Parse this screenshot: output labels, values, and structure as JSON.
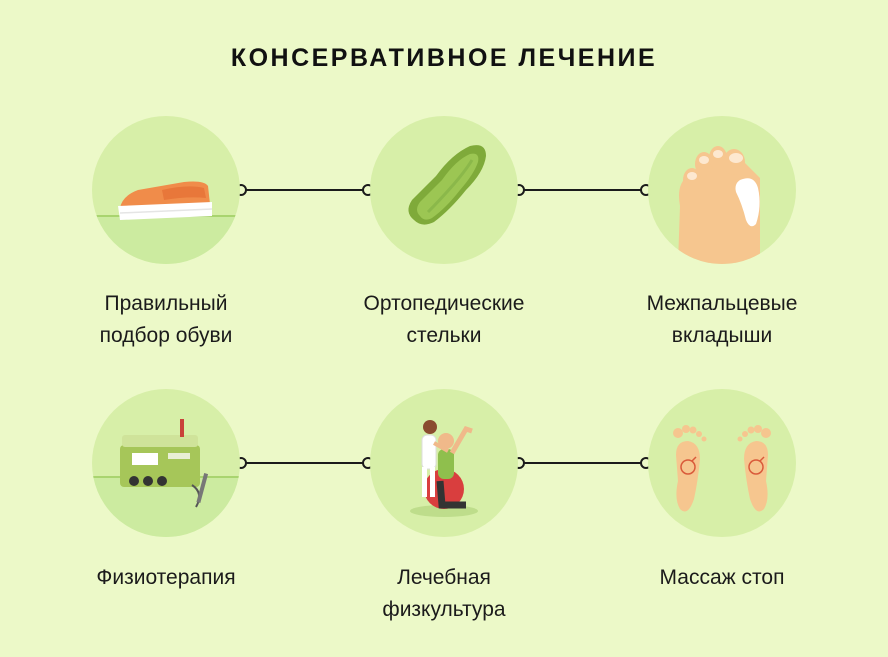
{
  "title": "КОНСЕРВАТИВНОЕ ЛЕЧЕНИЕ",
  "items": [
    {
      "line1": "Правильный",
      "line2": "подбор обуви",
      "icon": "shoe-icon"
    },
    {
      "line1": "Ортопедические",
      "line2": "стельки",
      "icon": "insole-icon"
    },
    {
      "line1": "Межпальцевые",
      "line2": "вкладыши",
      "icon": "toe-spacer-icon"
    },
    {
      "line1": "Физиотерапия",
      "line2": "",
      "icon": "physiotherapy-device-icon"
    },
    {
      "line1": "Лечебная",
      "line2": "физкультура",
      "icon": "exercise-therapy-icon"
    },
    {
      "line1": "Массаж стоп",
      "line2": "",
      "icon": "foot-massage-icon"
    }
  ],
  "colors": {
    "background": "#ecf9c8",
    "circle": "#d7efa8",
    "text": "#1b1b1b",
    "accent_orange": "#f08c4a",
    "accent_green": "#8fbf4d"
  }
}
